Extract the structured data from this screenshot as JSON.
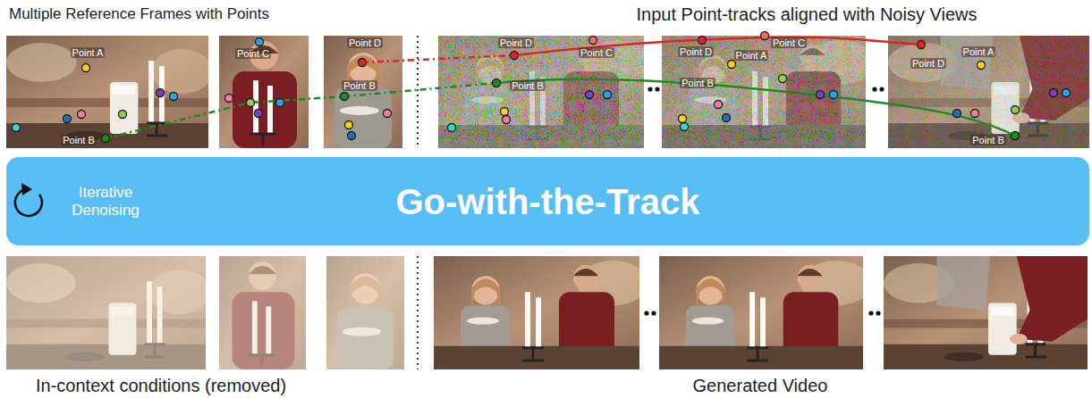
{
  "diagram": {
    "nodes": [
      {
        "text": [
          "Iterative Denoising",
          "Go-with-the-Track"
        ]
      }
    ],
    "labels": [
      "Multiple Reference Frames with Points",
      "Input Point-tracks aligned with Noisy Views",
      "Point A",
      "Point C",
      "Point D",
      "Point B",
      "Point B",
      "Point D",
      "Point C",
      "Point B",
      "Point D",
      "Point C",
      "Point A",
      "Point B",
      "Point D",
      "Point A",
      "Point B",
      "In-context conditions (removed)",
      "Generated Video"
    ]
  }
}
